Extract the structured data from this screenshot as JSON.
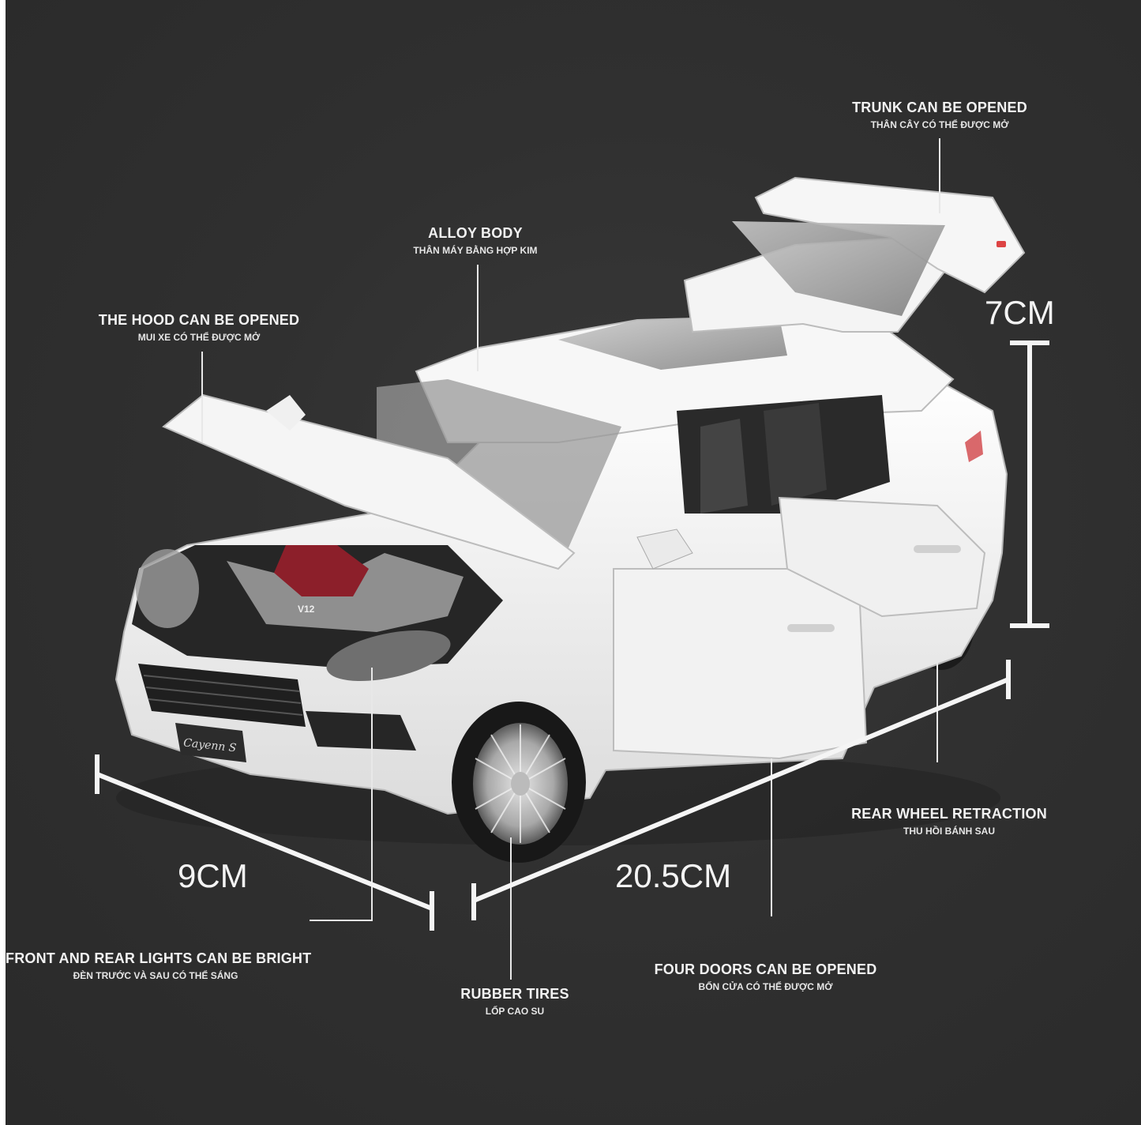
{
  "product": {
    "model_badge": "Cayenn S",
    "engine_badge": "V12",
    "body_color": "#f4f4f4",
    "background_color": "#2e2e2e",
    "accent_red": "#8c1f2a"
  },
  "features": [
    {
      "id": "trunk",
      "en": "TRUNK CAN BE OPENED",
      "vi": "THÂN CÂY CÓ THỂ ĐƯỢC MỞ"
    },
    {
      "id": "alloy",
      "en": "ALLOY BODY",
      "vi": "THÂN MÁY BẰNG HỢP KIM"
    },
    {
      "id": "hood",
      "en": "THE HOOD CAN BE OPENED",
      "vi": "MUI XE CÓ THỂ ĐƯỢC MỞ"
    },
    {
      "id": "lights",
      "en": "FRONT AND REAR LIGHTS CAN BE BRIGHT",
      "vi": "ĐÈN TRƯỚC VÀ SAU CÓ THỂ SÁNG"
    },
    {
      "id": "tires",
      "en": "RUBBER TIRES",
      "vi": "LỐP CAO SU"
    },
    {
      "id": "doors",
      "en": "FOUR DOORS CAN BE OPENED",
      "vi": "BỐN CỬA CÓ THỂ ĐƯỢC MỞ"
    },
    {
      "id": "rear_wheel",
      "en": "REAR WHEEL RETRACTION",
      "vi": "THU HỒI BÁNH SAU"
    }
  ],
  "dimensions": {
    "height": "7CM",
    "width": "9CM",
    "length": "20.5CM"
  }
}
